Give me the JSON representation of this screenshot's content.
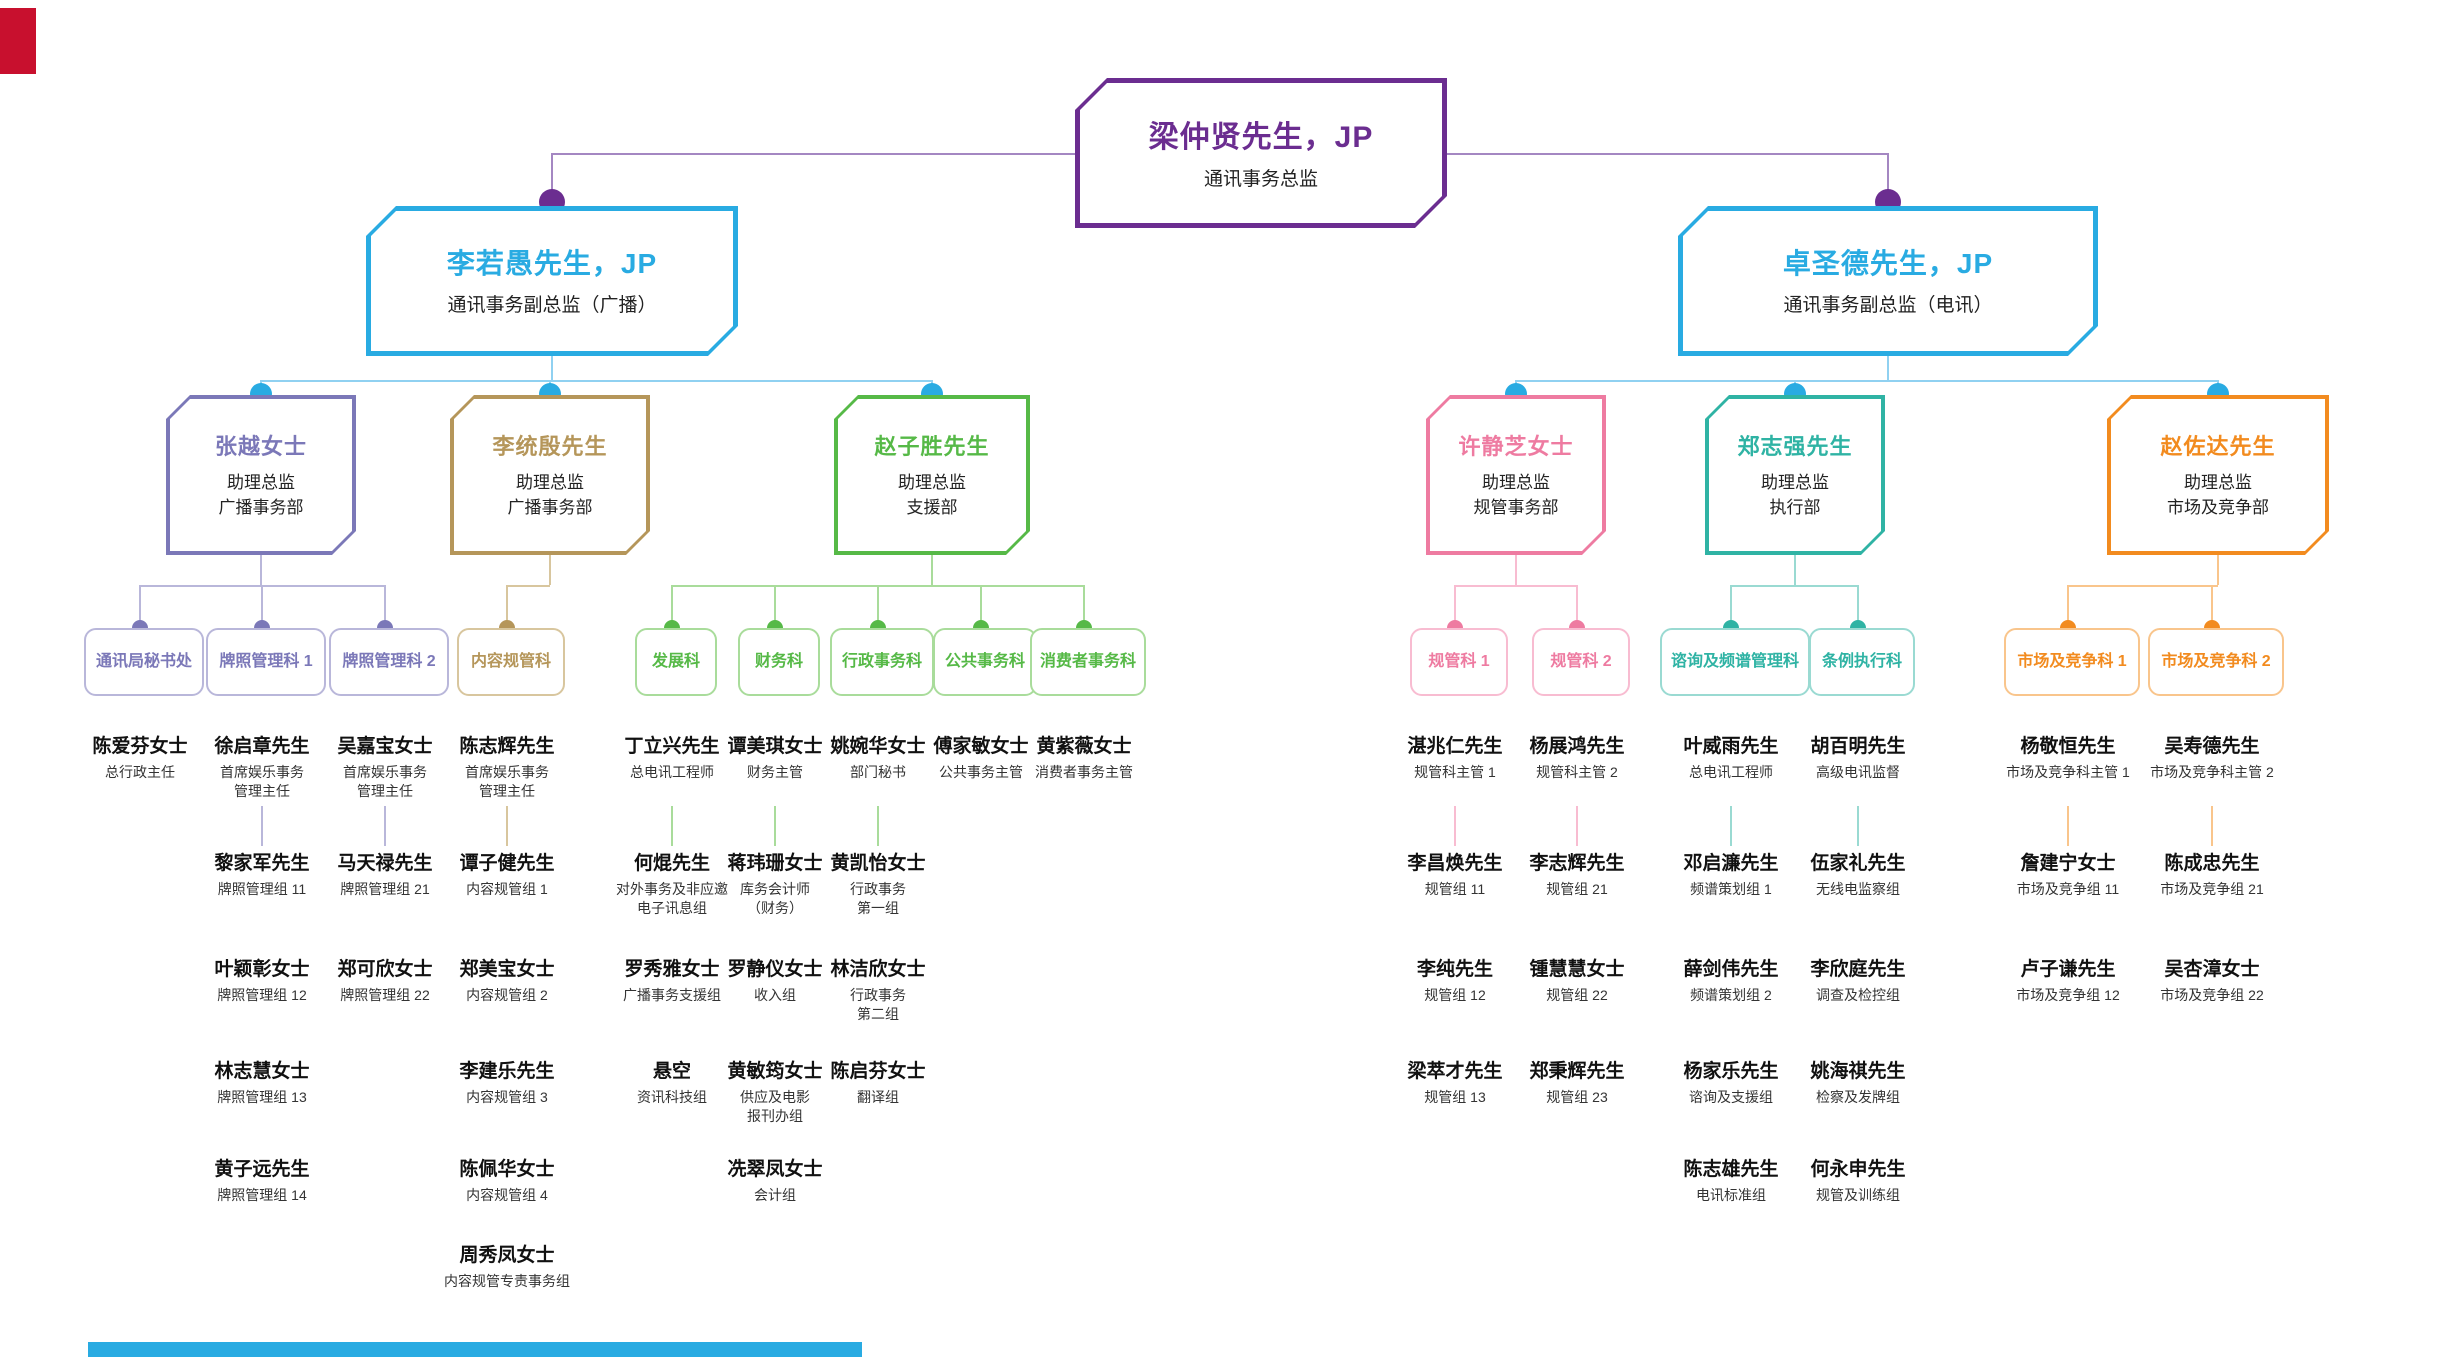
{
  "decor": {
    "corner_block_color": "#C8102E",
    "footer_bar_color": "#29ABE2"
  },
  "chart": {
    "root": {
      "name": "梁仲贤先生，JP",
      "title": "通讯事务总监",
      "color": "#6B2D90",
      "line_color": "#A487C2"
    },
    "deputies": [
      {
        "name": "李若愚先生，JP",
        "title": "通讯事务副总监（广播）",
        "color": "#29ABE2",
        "line_color": "#90D1F1"
      },
      {
        "name": "卓圣德先生，JP",
        "title": "通讯事务副总监（电讯）",
        "color": "#29ABE2",
        "line_color": "#90D1F1"
      }
    ],
    "assistants": [
      {
        "name": "张越女士",
        "titles": "助理总监\n广播事务部",
        "color": "#7B78B8",
        "line_color": "#B9B7DA"
      },
      {
        "name": "李统殷先生",
        "titles": "助理总监\n广播事务部",
        "color": "#B5965A",
        "line_color": "#D8C69E"
      },
      {
        "name": "赵子胜先生",
        "titles": "助理总监\n支援部",
        "color": "#56B947",
        "line_color": "#A9DC9B"
      },
      {
        "name": "许静芝女士",
        "titles": "助理总监\n规管事务部",
        "color": "#EE7BA1",
        "line_color": "#F8BCD1"
      },
      {
        "name": "郑志强先生",
        "titles": "助理总监\n执行部",
        "color": "#2FB3A4",
        "line_color": "#9ADAD2"
      },
      {
        "name": "赵佐达先生",
        "titles": "助理总监\n市场及竞争部",
        "color": "#F28B1F",
        "line_color": "#F9C58C"
      }
    ],
    "sections": [
      {
        "label": "通讯局秘书处",
        "assistant": 0,
        "staff": [
          {
            "name": "陈爱芬女士",
            "role": "总行政主任"
          }
        ]
      },
      {
        "label": "牌照管理科 1",
        "assistant": 0,
        "staff": [
          {
            "name": "徐启章先生",
            "role": "首席娱乐事务\n管理主任"
          },
          {
            "name": "黎家军先生",
            "role": "牌照管理组 11"
          },
          {
            "name": "叶颖彰女士",
            "role": "牌照管理组 12"
          },
          {
            "name": "林志慧女士",
            "role": "牌照管理组 13"
          },
          {
            "name": "黄子远先生",
            "role": "牌照管理组 14"
          }
        ]
      },
      {
        "label": "牌照管理科 2",
        "assistant": 0,
        "staff": [
          {
            "name": "吴嘉宝女士",
            "role": "首席娱乐事务\n管理主任"
          },
          {
            "name": "马天禄先生",
            "role": "牌照管理组 21"
          },
          {
            "name": "郑可欣女士",
            "role": "牌照管理组 22"
          }
        ]
      },
      {
        "label": "内容规管科",
        "assistant": 1,
        "staff": [
          {
            "name": "陈志辉先生",
            "role": "首席娱乐事务\n管理主任"
          },
          {
            "name": "谭子健先生",
            "role": "内容规管组 1"
          },
          {
            "name": "郑美宝女士",
            "role": "内容规管组 2"
          },
          {
            "name": "李建乐先生",
            "role": "内容规管组 3"
          },
          {
            "name": "陈佩华女士",
            "role": "内容规管组 4"
          },
          {
            "name": "周秀凤女士",
            "role": "内容规管专责事务组"
          }
        ]
      },
      {
        "label": "发展科",
        "assistant": 2,
        "staff": [
          {
            "name": "丁立兴先生",
            "role": "总电讯工程师"
          },
          {
            "name": "何焜先生",
            "role": "对外事务及非应邀\n电子讯息组"
          },
          {
            "name": "罗秀雅女士",
            "role": "广播事务支援组"
          },
          {
            "name": "悬空",
            "role": "资讯科技组"
          }
        ]
      },
      {
        "label": "财务科",
        "assistant": 2,
        "staff": [
          {
            "name": "谭美琪女士",
            "role": "财务主管"
          },
          {
            "name": "蒋玮珊女士",
            "role": "库务会计师\n（财务）"
          },
          {
            "name": "罗静仪女士",
            "role": "收入组"
          },
          {
            "name": "黄敏筠女士",
            "role": "供应及电影\n报刊办组"
          },
          {
            "name": "冼翠凤女士",
            "role": "会计组"
          }
        ]
      },
      {
        "label": "行政事务科",
        "assistant": 2,
        "staff": [
          {
            "name": "姚婉华女士",
            "role": "部门秘书"
          },
          {
            "name": "黄凯怡女士",
            "role": "行政事务\n第一组"
          },
          {
            "name": "林洁欣女士",
            "role": "行政事务\n第二组"
          },
          {
            "name": "陈启芬女士",
            "role": "翻译组"
          }
        ]
      },
      {
        "label": "公共事务科",
        "assistant": 2,
        "staff": [
          {
            "name": "傅家敏女士",
            "role": "公共事务主管"
          }
        ]
      },
      {
        "label": "消费者事务科",
        "assistant": 2,
        "staff": [
          {
            "name": "黄紫薇女士",
            "role": "消费者事务主管"
          }
        ]
      },
      {
        "label": "规管科 1",
        "assistant": 3,
        "staff": [
          {
            "name": "湛兆仁先生",
            "role": "规管科主管 1"
          },
          {
            "name": "李昌焕先生",
            "role": "规管组 11"
          },
          {
            "name": "李纯先生",
            "role": "规管组 12"
          },
          {
            "name": "梁萃才先生",
            "role": "规管组 13"
          }
        ]
      },
      {
        "label": "规管科 2",
        "assistant": 3,
        "staff": [
          {
            "name": "杨展鸿先生",
            "role": "规管科主管 2"
          },
          {
            "name": "李志辉先生",
            "role": "规管组 21"
          },
          {
            "name": "锺慧慧女士",
            "role": "规管组 22"
          },
          {
            "name": "郑秉辉先生",
            "role": "规管组 23"
          }
        ]
      },
      {
        "label": "谘询及频谱管理科",
        "assistant": 4,
        "staff": [
          {
            "name": "叶威雨先生",
            "role": "总电讯工程师"
          },
          {
            "name": "邓启濂先生",
            "role": "频谱策划组 1"
          },
          {
            "name": "薛剑伟先生",
            "role": "频谱策划组 2"
          },
          {
            "name": "杨家乐先生",
            "role": "谘询及支援组"
          },
          {
            "name": "陈志雄先生",
            "role": "电讯标准组"
          }
        ]
      },
      {
        "label": "条例执行科",
        "assistant": 4,
        "staff": [
          {
            "name": "胡百明先生",
            "role": "高级电讯监督"
          },
          {
            "name": "伍家礼先生",
            "role": "无线电监察组"
          },
          {
            "name": "李欣庭先生",
            "role": "调查及检控组"
          },
          {
            "name": "姚海祺先生",
            "role": "检察及发牌组"
          },
          {
            "name": "何永申先生",
            "role": "规管及训练组"
          }
        ]
      },
      {
        "label": "市场及竞争科 1",
        "assistant": 5,
        "staff": [
          {
            "name": "杨敬恒先生",
            "role": "市场及竞争科主管 1"
          },
          {
            "name": "詹建宁女士",
            "role": "市场及竞争组 11"
          },
          {
            "name": "卢子谦先生",
            "role": "市场及竞争组 12"
          }
        ]
      },
      {
        "label": "市场及竞争科 2",
        "assistant": 5,
        "staff": [
          {
            "name": "吴寿德先生",
            "role": "市场及竞争科主管 2"
          },
          {
            "name": "陈成忠先生",
            "role": "市场及竞争组 21"
          },
          {
            "name": "吴杏漳女士",
            "role": "市场及竞争组 22"
          }
        ]
      }
    ]
  }
}
